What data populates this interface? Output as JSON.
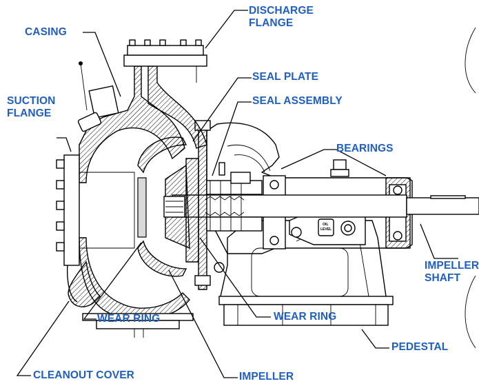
{
  "labels": {
    "discharge_flange": [
      "DISCHARGE",
      "FLANGE"
    ],
    "casing": "CASING",
    "seal_plate": "SEAL PLATE",
    "suction_flange": [
      "SUCTION",
      "FLANGE"
    ],
    "seal_assembly": "SEAL ASSEMBLY",
    "bearings": "BEARINGS",
    "impeller_shaft": [
      "IMPELLER",
      "SHAFT"
    ],
    "wear_ring_left": "WEAR RING",
    "wear_ring_right": "WEAR RING",
    "pedestal": "PEDESTAL",
    "cleanout_cover": "CLEANOUT COVER",
    "impeller": "IMPELLER"
  },
  "oil_level_tag": [
    "OIL",
    "LEVEL"
  ],
  "colors": {
    "label": "#1f5fbf",
    "line": "#000000"
  }
}
